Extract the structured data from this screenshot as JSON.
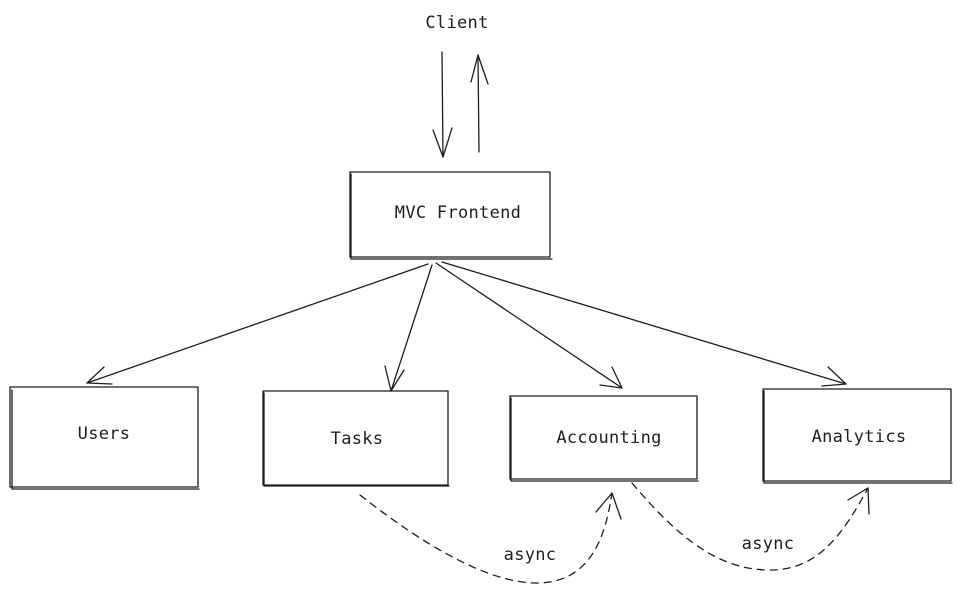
{
  "diagram": {
    "client_label": "Client",
    "frontend_label": "MVC Frontend",
    "services": {
      "users": "Users",
      "tasks": "Tasks",
      "accounting": "Accounting",
      "analytics": "Analytics"
    },
    "async_labels": {
      "tasks_to_accounting": "async",
      "accounting_to_analytics": "async"
    }
  },
  "colors": {
    "stroke": "#1e1e1e",
    "background": "#ffffff"
  }
}
